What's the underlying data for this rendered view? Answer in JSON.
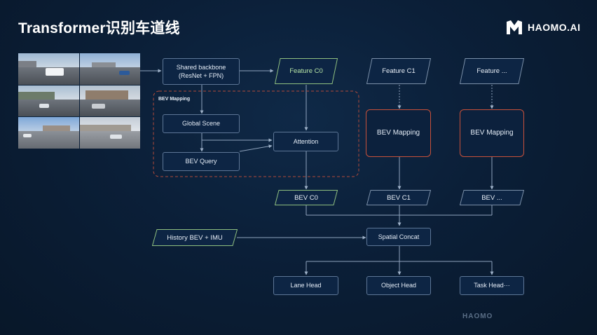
{
  "title": "Transformer识别车道线",
  "logo": {
    "text": "HAOMO.AI",
    "icon": "haomo-logo-icon"
  },
  "watermark": "HAOMO",
  "nodes": {
    "backbone_line1": "Shared backbone",
    "backbone_line2": "(ResNet + FPN)",
    "feature_c0": "Feature C0",
    "feature_c1": "Feature C1",
    "feature_cn": "Feature ...",
    "bev_mapping_region": "BEV Mapping",
    "global_scene": "Global Scene",
    "bev_query": "BEV Query",
    "attention": "Attention",
    "bev_mapping_1": "BEV  Mapping",
    "bev_mapping_n": "BEV  Mapping",
    "bev_c0": "BEV C0",
    "bev_c1": "BEV C1",
    "bev_cn": "BEV ...",
    "history": "History BEV + IMU",
    "spatial_concat": "Spatial Concat",
    "lane_head": "Lane Head",
    "object_head": "Object Head",
    "task_head": "Task Head···"
  },
  "colors": {
    "box_border": "#5d7696",
    "red_border": "#c8513a",
    "green_text": "#b8e6a6",
    "green_border": "#8fbf7f",
    "line": "#8fa3bd",
    "dashed_region": "#b24a3a"
  }
}
